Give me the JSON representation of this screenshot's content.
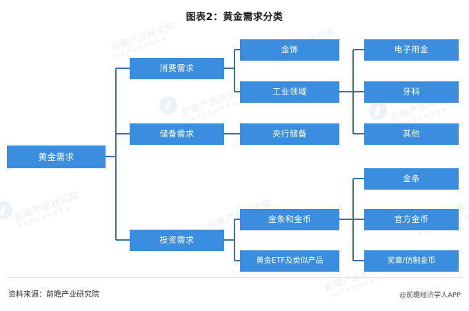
{
  "chart_data": {
    "type": "diagram",
    "title": "图表2：黄金需求分类",
    "layout": "horizontal-tree",
    "root": "黄金需求",
    "nodes": [
      {
        "id": "root",
        "label": "黄金需求",
        "level": 1,
        "parent": null
      },
      {
        "id": "consume",
        "label": "消费需求",
        "level": 2,
        "parent": "root"
      },
      {
        "id": "reserve",
        "label": "储备需求",
        "level": 2,
        "parent": "root"
      },
      {
        "id": "invest",
        "label": "投资需求",
        "level": 2,
        "parent": "root"
      },
      {
        "id": "jewelry",
        "label": "金饰",
        "level": 3,
        "parent": "consume"
      },
      {
        "id": "industry",
        "label": "工业领域",
        "level": 3,
        "parent": "consume"
      },
      {
        "id": "cbreserve",
        "label": "央行储备",
        "level": 3,
        "parent": "reserve"
      },
      {
        "id": "barscoins",
        "label": "金条和金币",
        "level": 3,
        "parent": "invest"
      },
      {
        "id": "etf",
        "label": "黄金ETF及类似产品",
        "level": 3,
        "parent": "invest"
      },
      {
        "id": "electronic",
        "label": "电子用金",
        "level": 4,
        "parent": "industry"
      },
      {
        "id": "dental",
        "label": "牙科",
        "level": 4,
        "parent": "industry"
      },
      {
        "id": "otherind",
        "label": "其他",
        "level": 4,
        "parent": "industry"
      },
      {
        "id": "goldbar",
        "label": "金条",
        "level": 4,
        "parent": "barscoins"
      },
      {
        "id": "officialcoin",
        "label": "官方金币",
        "level": 4,
        "parent": "barscoins"
      },
      {
        "id": "medal",
        "label": "奖章/仿制金币",
        "level": 4,
        "parent": "barscoins"
      }
    ],
    "node_color": "#3a8ddf",
    "link_color": "#3a6ea5",
    "text_color": "#ffffff"
  },
  "header": {
    "title": "图表2：黄金需求分类"
  },
  "tree": {
    "root": "黄金需求",
    "consumer_demand": "消费需求",
    "reserve_demand": "储备需求",
    "investment_demand": "投资需求",
    "jewelry": "金饰",
    "industrial": "工业领域",
    "central_bank_reserve": "央行储备",
    "bars_and_coins": "金条和金币",
    "gold_etf": "黄金ETF及类似产品",
    "electronic_gold": "电子用金",
    "dental": "牙科",
    "other": "其他",
    "gold_bar": "金条",
    "official_coin": "官方金币",
    "medal_imitation_coin": "奖章/仿制金币"
  },
  "footer": {
    "source": "资料来源：前瞻产业研究院",
    "attribution": "@前瞻经济学人APP"
  },
  "watermark": {
    "text": "前瞻产业研究院",
    "subtext": "中国产业咨询领导者"
  }
}
